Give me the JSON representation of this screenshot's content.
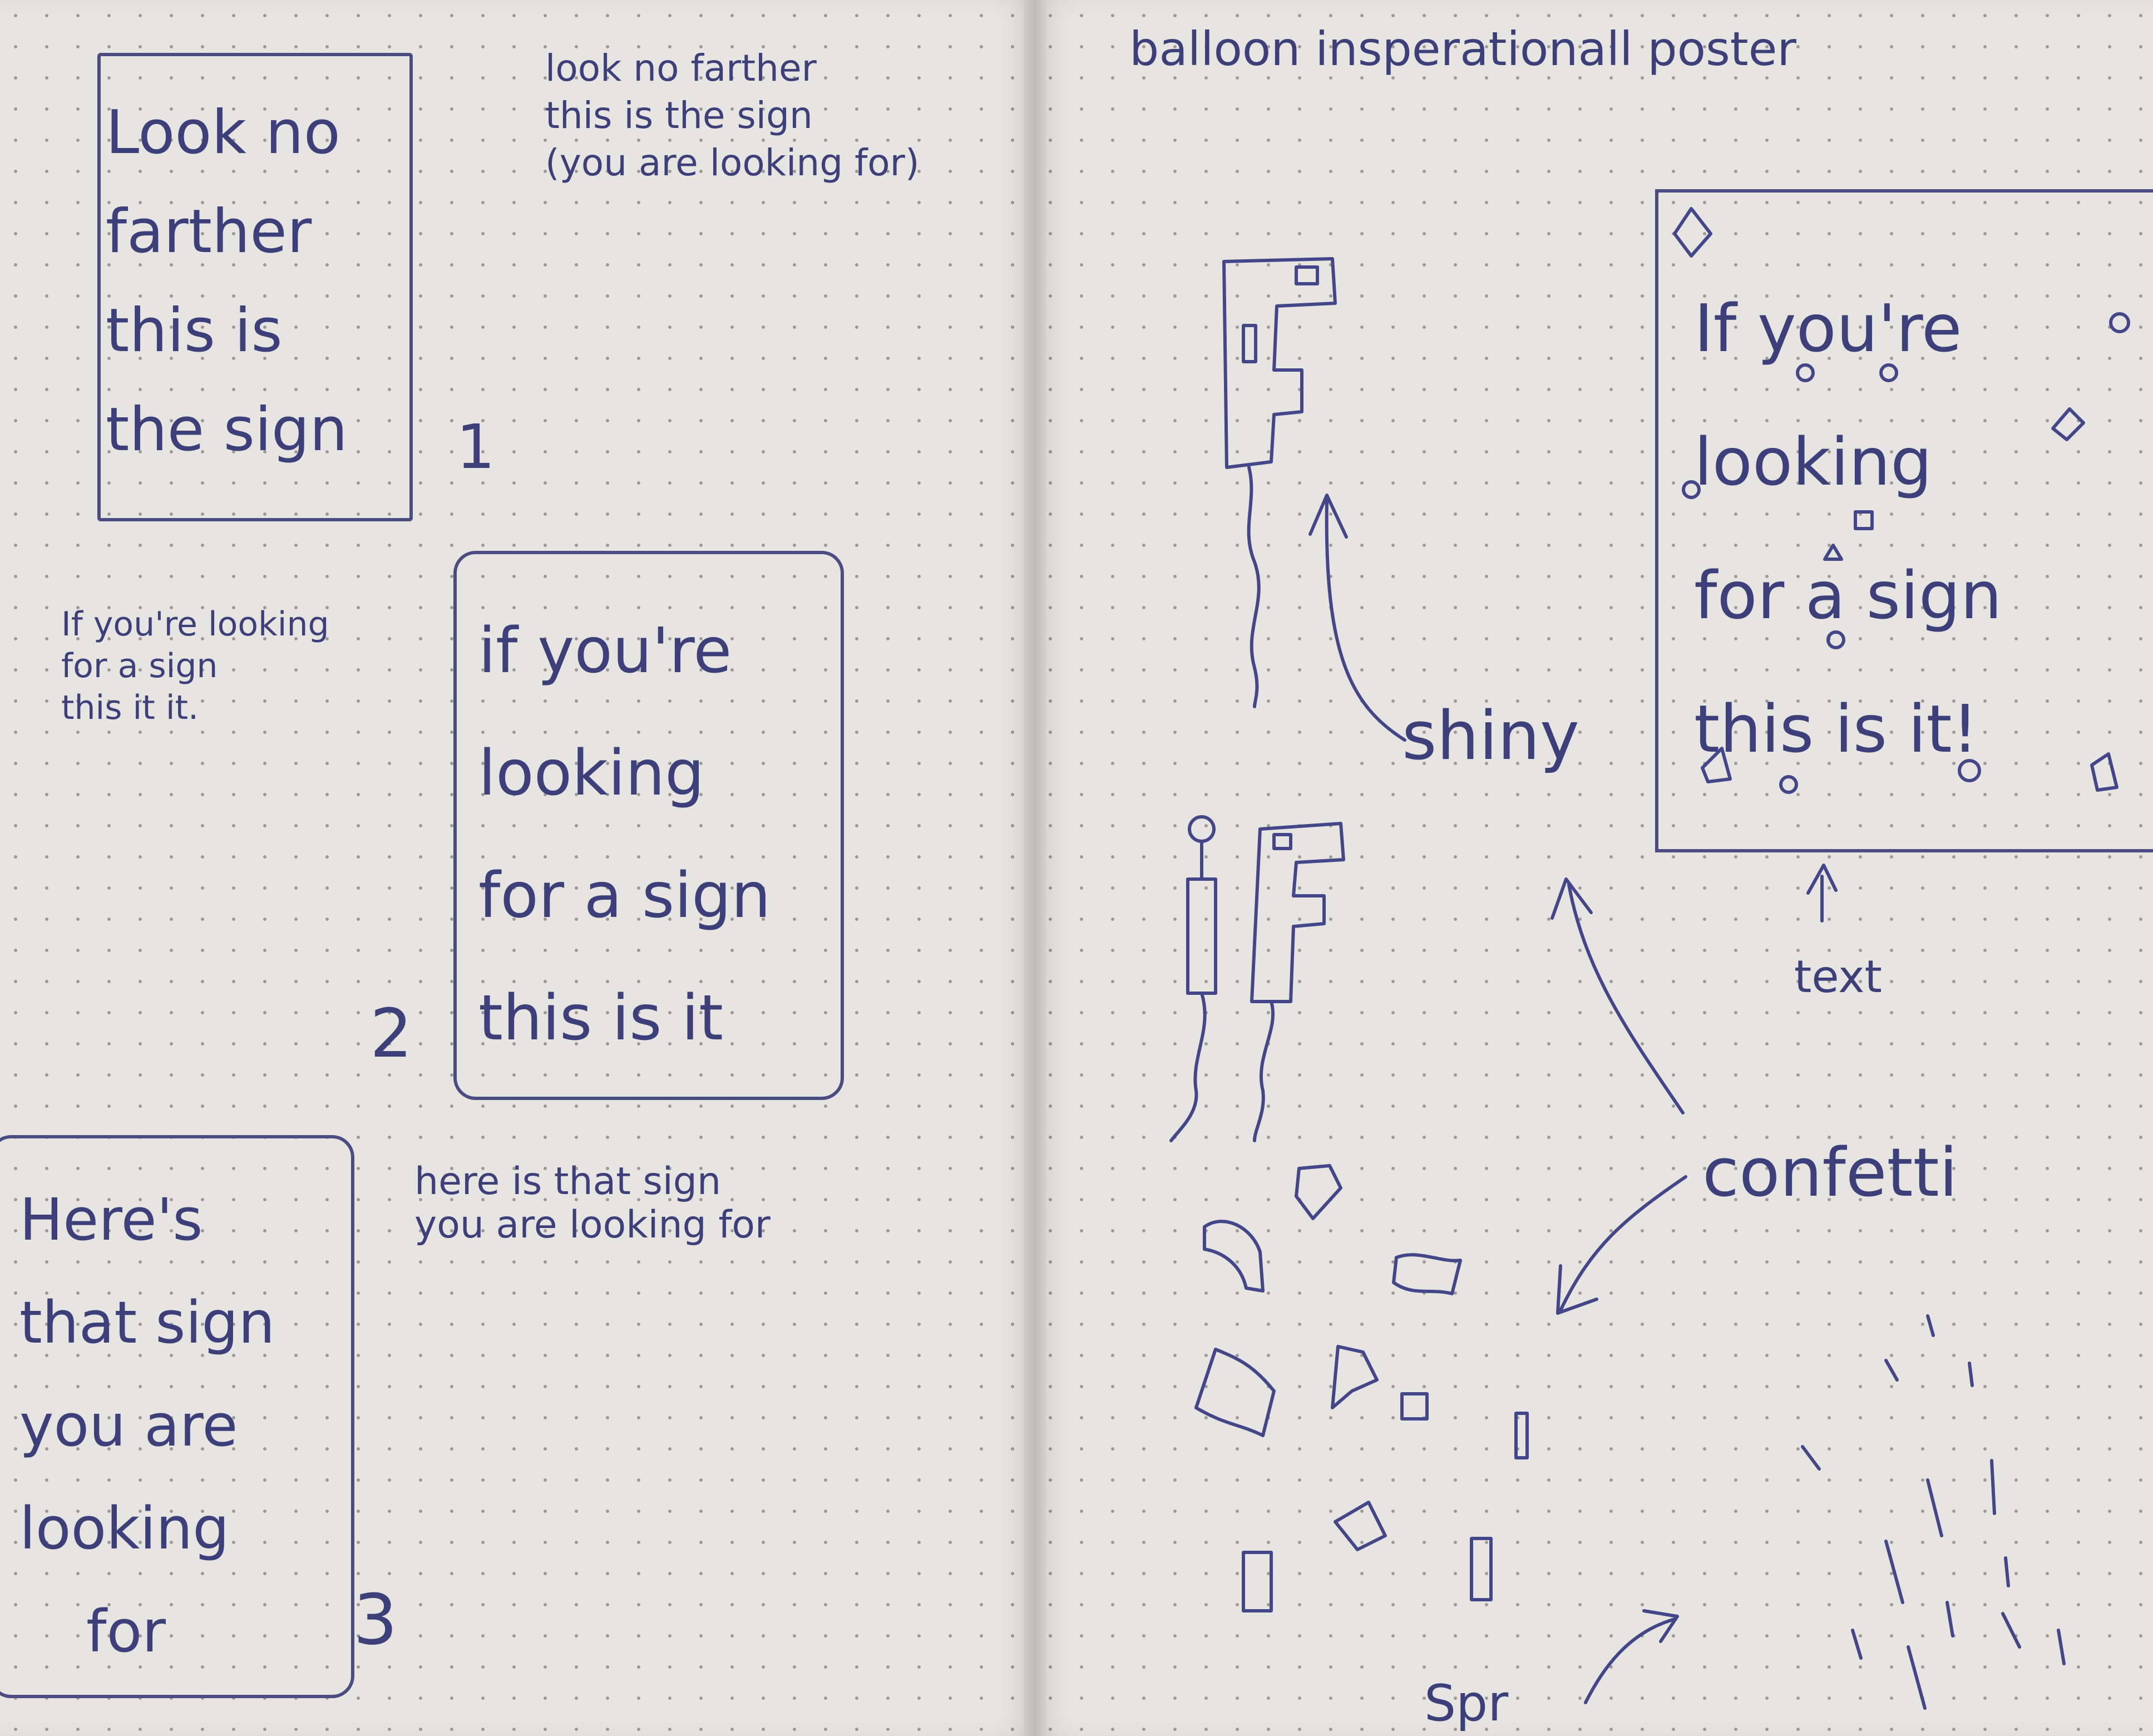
{
  "left_page": {
    "sign1": {
      "lines": [
        "Look no",
        "farther",
        "this is",
        "the sign"
      ]
    },
    "note1": {
      "lines": [
        "look no farther",
        "this is the sign",
        "(you are looking for)"
      ]
    },
    "number1": "1",
    "note2": {
      "lines": [
        "If you're looking",
        "for a sign",
        "this it it."
      ]
    },
    "sign2": {
      "lines": [
        "if you're",
        "looking",
        "for a sign",
        "this is it"
      ]
    },
    "number2": "2",
    "sign3": {
      "lines": [
        "Here's",
        "that sign",
        "you are",
        "looking",
        "for"
      ]
    },
    "note3": {
      "lines": [
        "here is that sign",
        "you are looking for"
      ]
    },
    "number3": "3"
  },
  "right_page": {
    "title": "balloon insperationall poster",
    "poster": {
      "lines": [
        "If you're",
        "looking",
        "for a sign",
        "this is it!"
      ]
    },
    "label_shiny": "shiny",
    "label_text": "text",
    "label_confetti": "confetti",
    "label_bottom": "Spr"
  },
  "colors": {
    "ink": "#3d3f7a",
    "paper": "#e7e5e1",
    "dots": "#9a9994"
  }
}
